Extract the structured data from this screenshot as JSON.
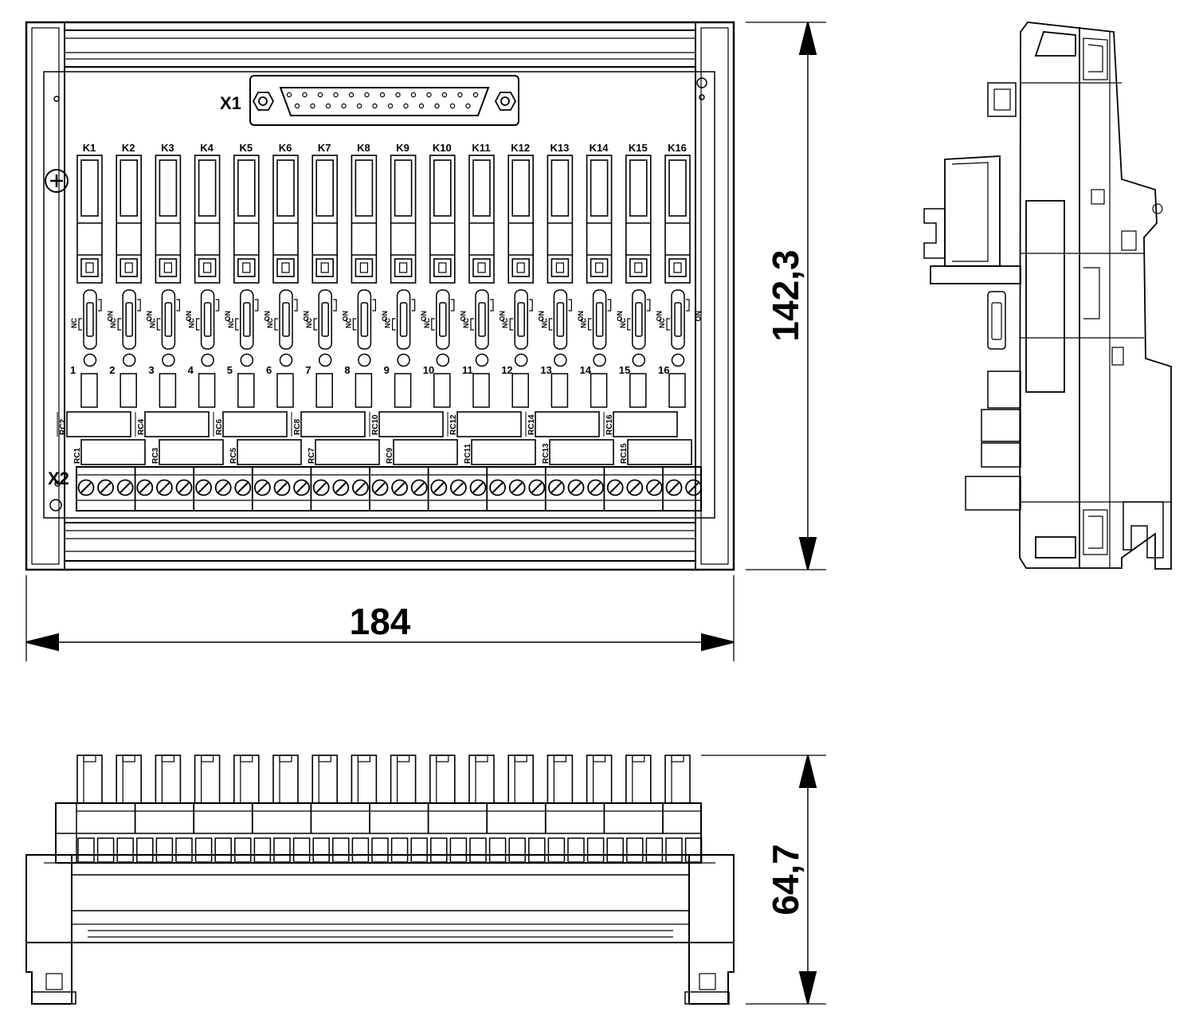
{
  "connectors": {
    "x1": "X1",
    "x2": "X2"
  },
  "relays": [
    "K1",
    "K2",
    "K3",
    "K4",
    "K5",
    "K6",
    "K7",
    "K8",
    "K9",
    "K10",
    "K11",
    "K12",
    "K13",
    "K14",
    "K15",
    "K16"
  ],
  "channels": [
    "1",
    "2",
    "3",
    "4",
    "5",
    "6",
    "7",
    "8",
    "9",
    "10",
    "11",
    "12",
    "13",
    "14",
    "15",
    "16"
  ],
  "contact_labels": {
    "nc": "NC",
    "no": "NO"
  },
  "rc_upper": [
    "RC2",
    "RC4",
    "RC6",
    "RC8",
    "RC10",
    "RC12",
    "RC14",
    "RC16"
  ],
  "rc_lower": [
    "RC1",
    "RC3",
    "RC5",
    "RC7",
    "RC9",
    "RC11",
    "RC13",
    "RC15"
  ],
  "dimensions": {
    "width": "184",
    "height": "142,3",
    "depth": "64,7"
  },
  "colors": {
    "line": "#000000",
    "background": "#ffffff"
  }
}
